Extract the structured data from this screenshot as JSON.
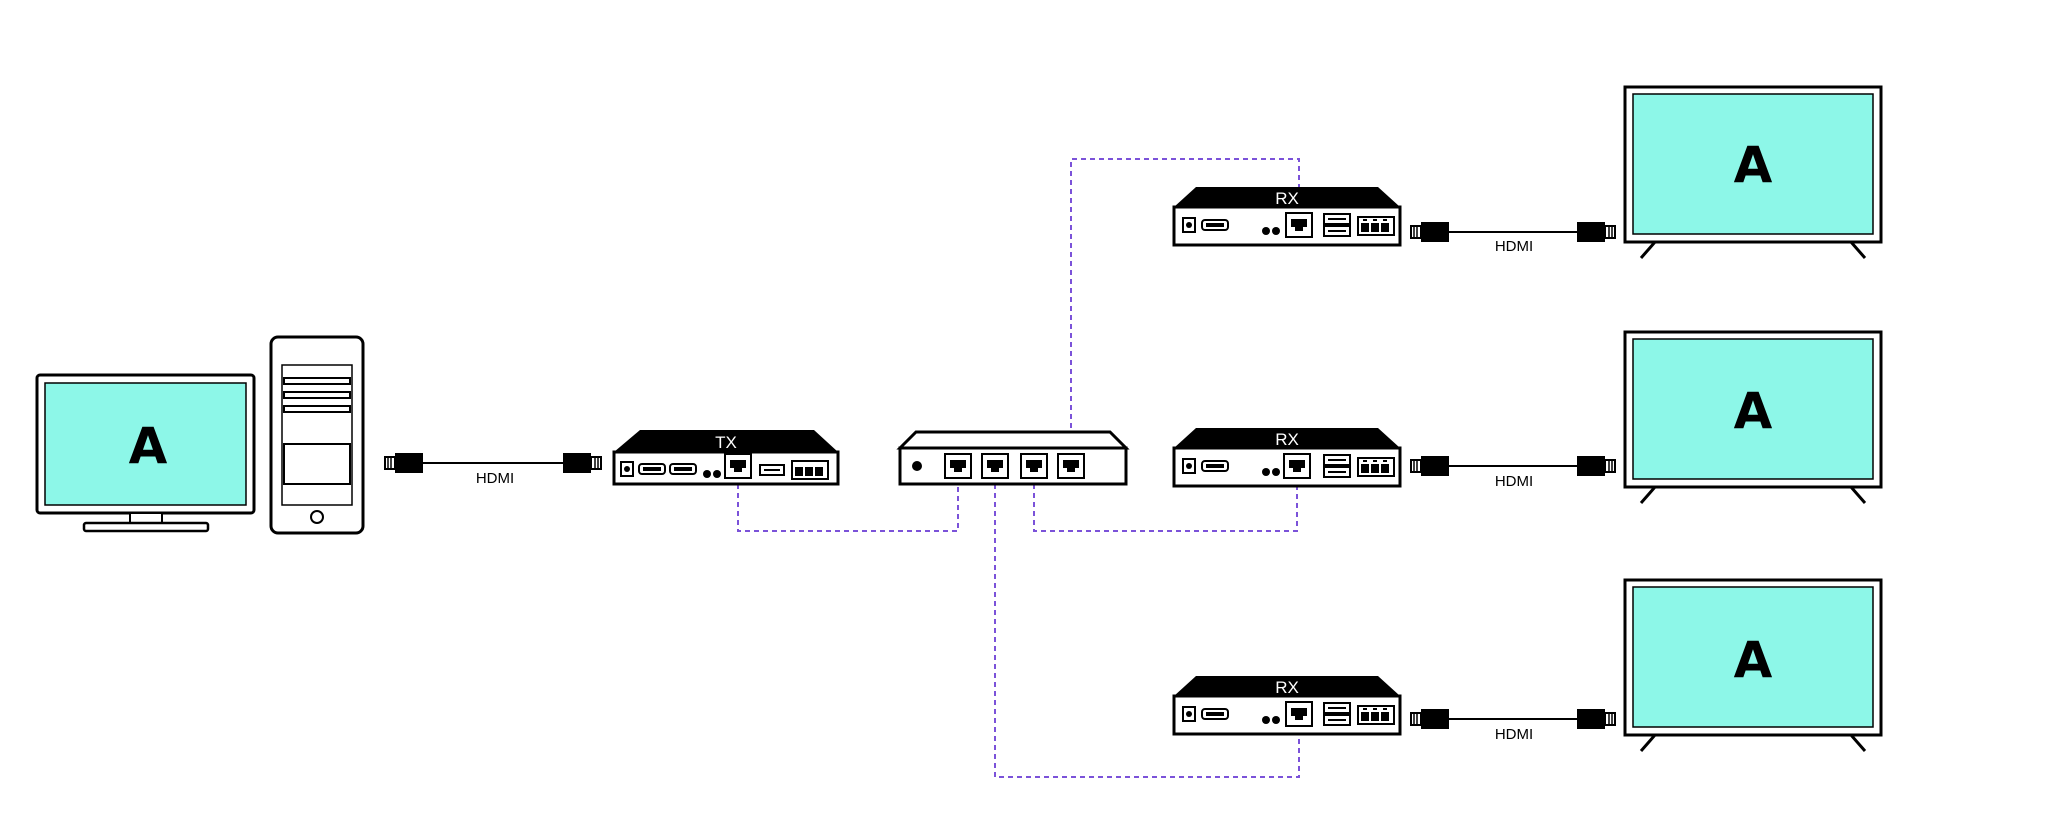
{
  "colors": {
    "screen": "#8df7e8",
    "network_cable": "#7b52d9",
    "device": "#000000"
  },
  "source": {
    "screen_letter": "A",
    "cable_label": "HDMI",
    "transmitter_label": "TX"
  },
  "receivers": [
    {
      "label": "RX",
      "cable_label": "HDMI",
      "screen_letter": "A"
    },
    {
      "label": "RX",
      "cable_label": "HDMI",
      "screen_letter": "A"
    },
    {
      "label": "RX",
      "cable_label": "HDMI",
      "screen_letter": "A"
    }
  ],
  "icons": {
    "computer": "desktop-computer-icon",
    "tower": "pc-tower-icon",
    "switch": "network-switch-icon",
    "tv": "television-icon"
  }
}
